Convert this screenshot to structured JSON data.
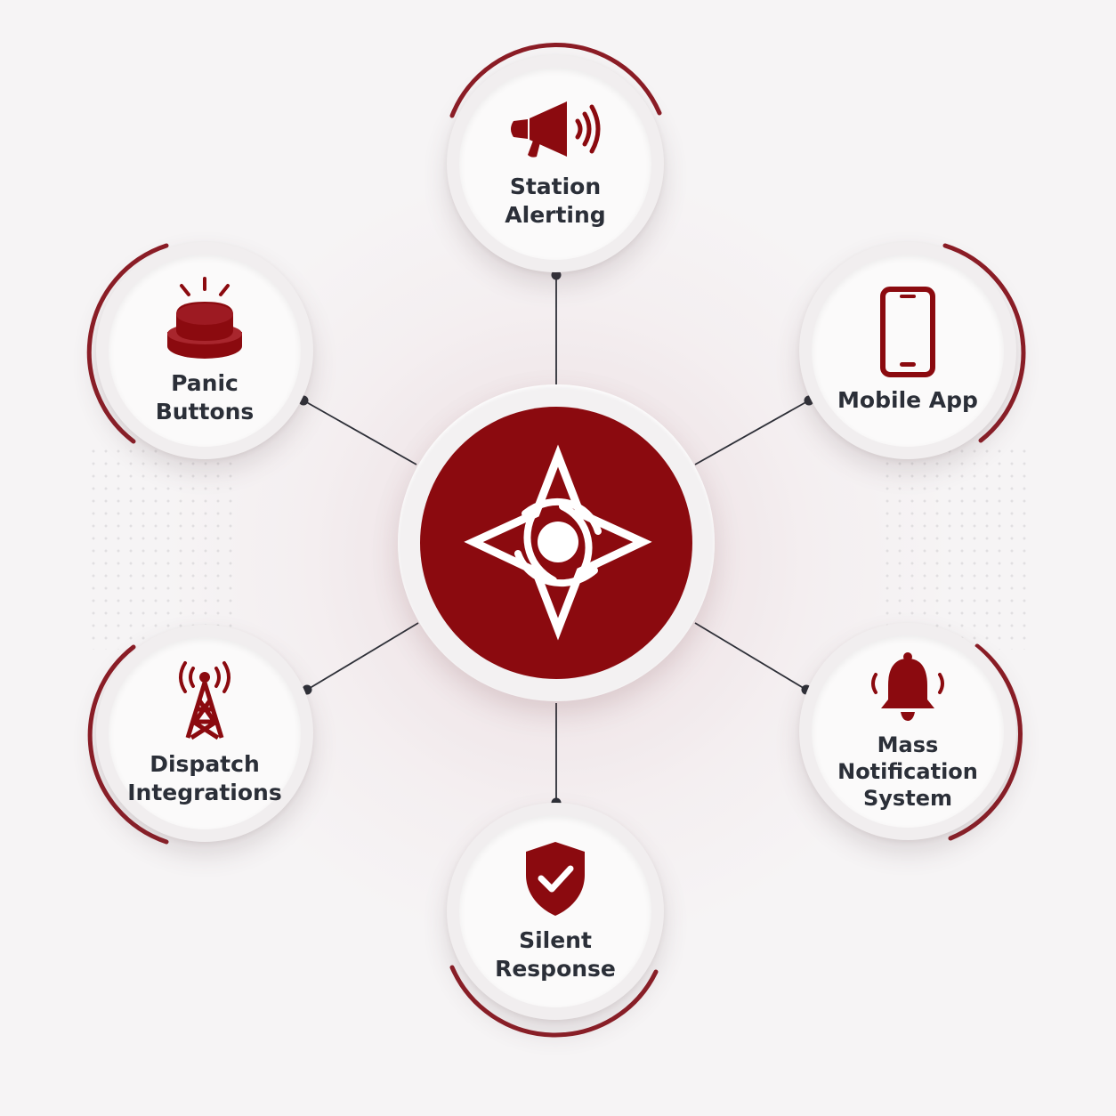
{
  "colors": {
    "accent": "#8b0a0f",
    "accent_ring": "#8c1d26",
    "text": "#2b2f38",
    "background": "#f6f4f5"
  },
  "hub": {
    "icon": "four-point-star-eye-logo-icon"
  },
  "nodes": [
    {
      "id": "station-alerting",
      "label": "Station\nAlerting",
      "icon": "megaphone-icon"
    },
    {
      "id": "mobile-app",
      "label": "Mobile App",
      "icon": "smartphone-icon"
    },
    {
      "id": "mass-notification",
      "label": "Mass\nNotification\nSystem",
      "icon": "bell-ringing-icon"
    },
    {
      "id": "silent-response",
      "label": "Silent\nResponse",
      "icon": "shield-check-icon"
    },
    {
      "id": "dispatch-integrations",
      "label": "Dispatch\nIntegrations",
      "icon": "radio-tower-icon"
    },
    {
      "id": "panic-buttons",
      "label": "Panic\nButtons",
      "icon": "panic-button-icon"
    }
  ]
}
